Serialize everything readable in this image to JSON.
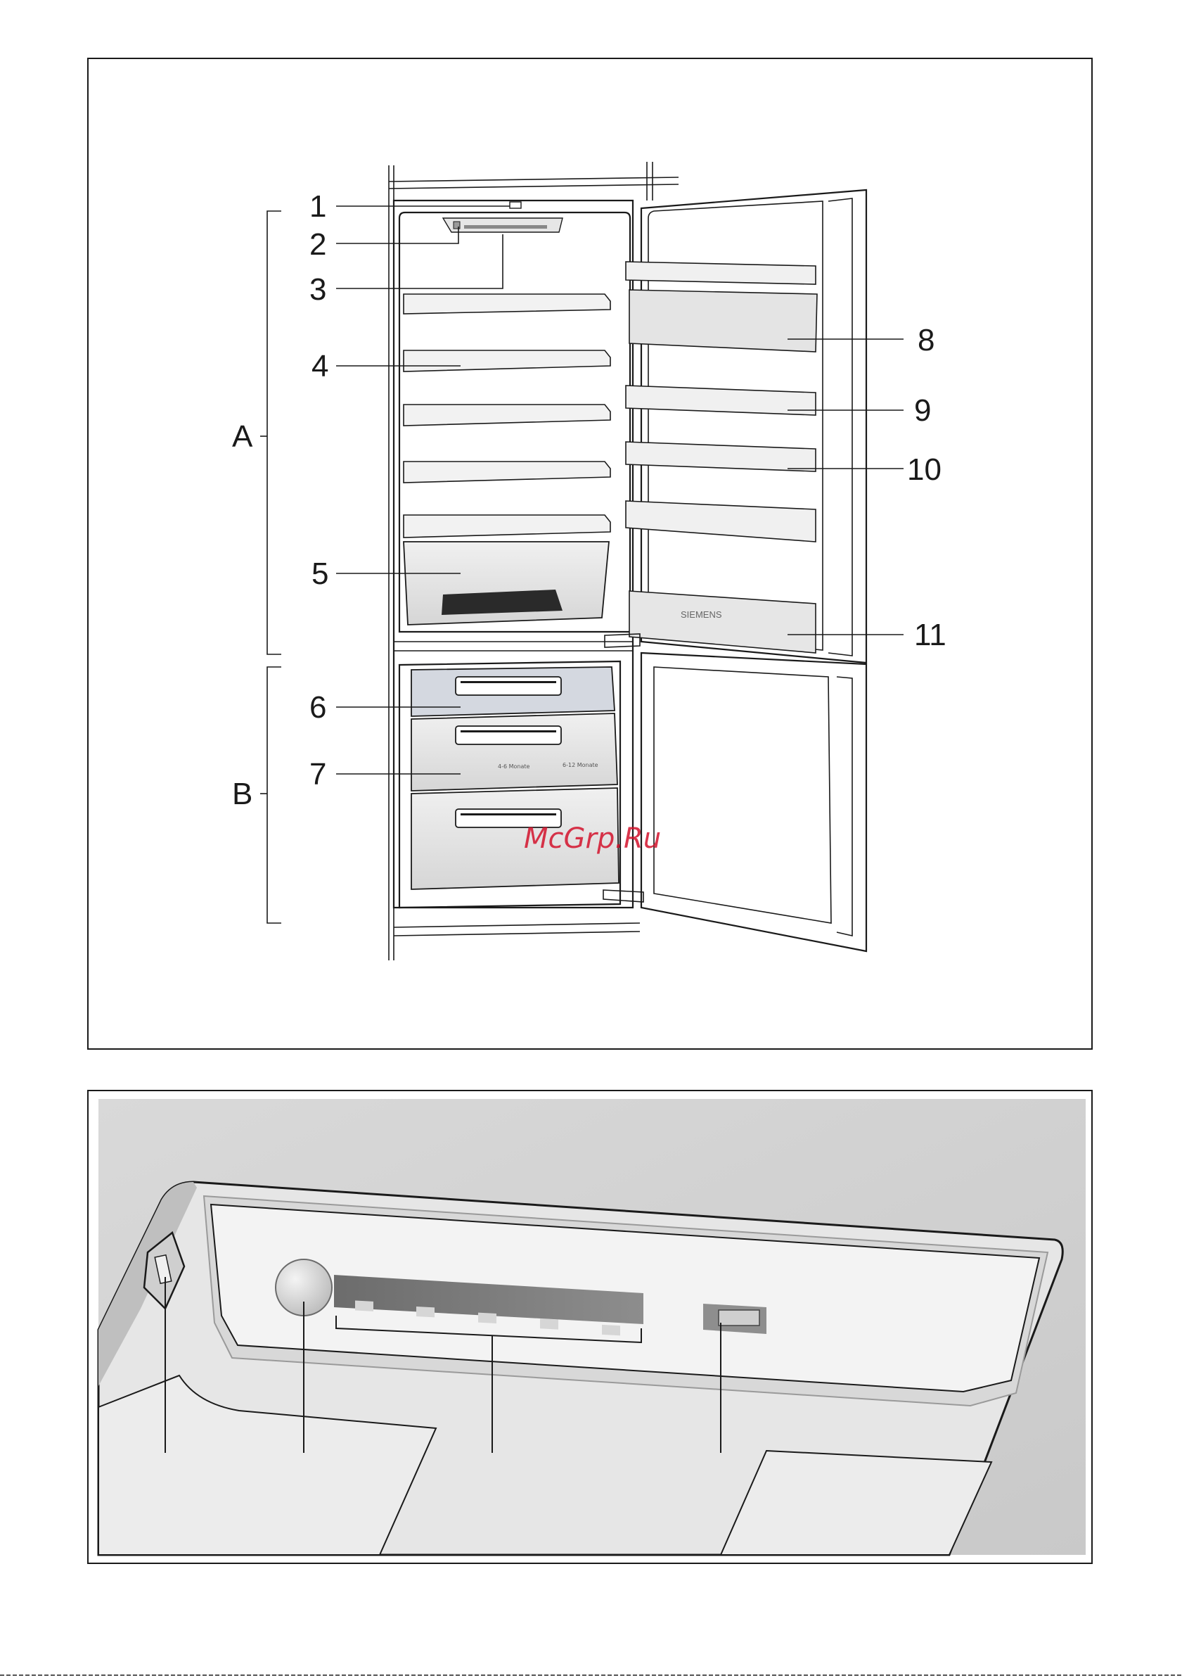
{
  "figure_top": {
    "part_labels": [
      "1",
      "2",
      "3",
      "4",
      "5",
      "6",
      "7",
      "8",
      "9",
      "10",
      "11"
    ],
    "zone_labels": [
      "A",
      "B"
    ],
    "drawer_texts": {
      "middle_left": "4-6 Monate",
      "middle_right": "6-12 Monate"
    },
    "door_brand": "SIEMENS"
  },
  "watermark": "McGrp.Ru",
  "figure_bottom": {
    "callout_lines": 4
  },
  "colors": {
    "line": "#1a1a1a",
    "panel_bg": "#e3e3e3",
    "watermark": "#d2122b"
  }
}
